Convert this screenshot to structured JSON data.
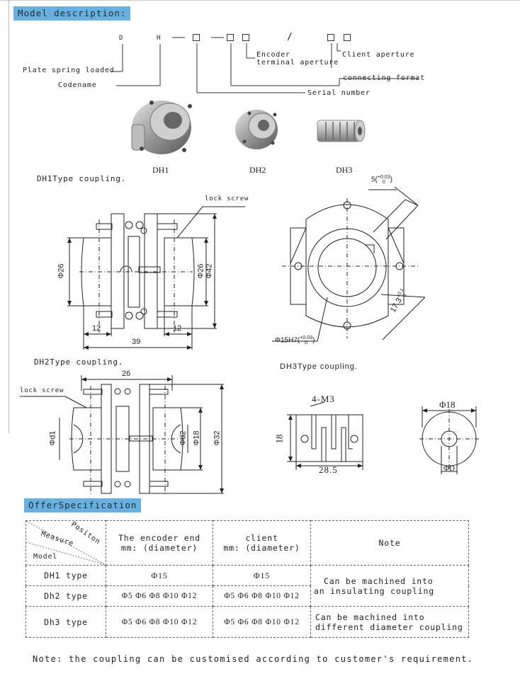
{
  "section1": {
    "title": "Model description:"
  },
  "model_code": {
    "d": "D",
    "h": "H",
    "slash": "/",
    "plate": "Plate spring loaded",
    "codename": "Codename",
    "encoder_line1": "Encoder",
    "encoder_line2": "terminal aperture",
    "client": "Client aperture",
    "connecting": "connecting format",
    "serial": "Serial number"
  },
  "photos": [
    {
      "label": "DH1"
    },
    {
      "label": "DH2"
    },
    {
      "label": "DH3"
    }
  ],
  "dh1": {
    "title": "DH1Type coupling.",
    "lock_screw": "lock screw",
    "d26_left": "Φ26",
    "d26_right": "Φ26",
    "d42": "Φ42",
    "w12_left": "12",
    "w12_right": "12",
    "w39": "39"
  },
  "dh1_end": {
    "key_width": "5(",
    "key_tol_top": "+0.03",
    "key_tol_bottom": "0",
    "key_close": ")",
    "bore": "Φ15H7(",
    "bore_tol_top": "+0.03",
    "bore_tol_bottom": "0",
    "bore_close": ")",
    "keyway_depth": "17.3",
    "keyway_tol_top": "+0.1",
    "keyway_tol_bottom": "0"
  },
  "dh2": {
    "title": "DH2Type coupling.",
    "lock_screw": "lock screw",
    "w26": "26",
    "d1": "Φd1",
    "d2": "Φd2",
    "d18": "Φ18",
    "d32": "Φ32"
  },
  "dh3": {
    "title": "DH3Type coupling.",
    "screws": "4-M3",
    "h18": "18",
    "len": "28.5",
    "outer": "Φ18",
    "bore": "ΦD"
  },
  "section2": {
    "title": "OfferSpecification"
  },
  "table": {
    "header": {
      "positon": "Positon",
      "measure": "Measure",
      "model": "Model",
      "encoder_line1": "The encoder end",
      "encoder_line2": "mm: (diameter)",
      "client_line1": "client",
      "client_line2": "mm: (diameter)",
      "note": "Note"
    },
    "rows": [
      {
        "model": "DH1 type",
        "encoder": "Φ15",
        "client": "Φ15"
      },
      {
        "model": "Dh2 type",
        "encoder": "Φ5 Φ6 Φ8 Φ10 Φ12",
        "client": "Φ5 Φ6 Φ8 Φ10 Φ12"
      },
      {
        "model": "Dh3 type",
        "encoder": "Φ5 Φ6 Φ8 Φ10 Φ12",
        "client": "Φ5 Φ6 Φ8 Φ10 Φ12"
      }
    ],
    "note_row12_line1": "Can be machined into",
    "note_row12_line2": "an insulating coupling",
    "note_row3_line1": "Can be machined into",
    "note_row3_line2": "different diameter coupling"
  },
  "footer_note": "Note: the coupling can be customised according to customer's requirement."
}
